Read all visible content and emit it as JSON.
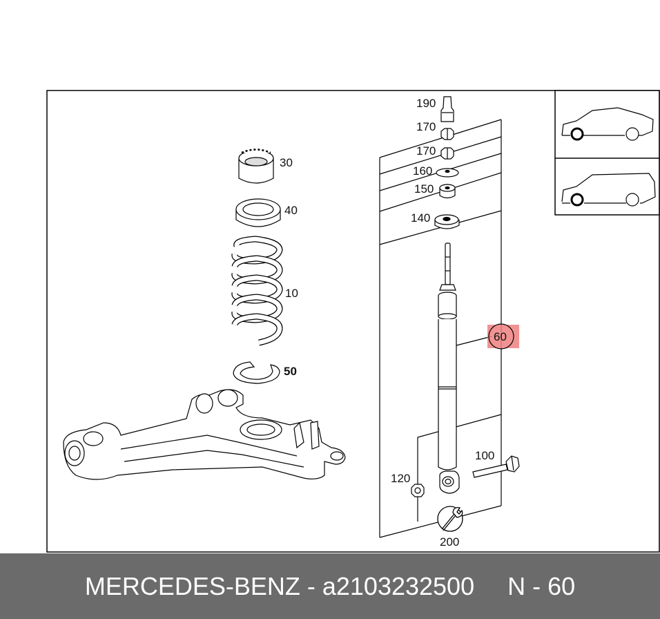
{
  "diagram": {
    "labels": {
      "p190": "190",
      "p170a": "170",
      "p170b": "170",
      "p160": "160",
      "p150": "150",
      "p140": "140",
      "p30": "30",
      "p40": "40",
      "p10": "10",
      "p50": "50",
      "p60": "60",
      "p100": "100",
      "p120": "120",
      "p200": "200"
    },
    "highlight_color": "#f08080",
    "thumbnails": [
      "sedan-icon",
      "estate-icon"
    ]
  },
  "footer": {
    "brand": "MERCEDES-BENZ - a2103232500",
    "position": "N - 60"
  },
  "colors": {
    "footer_bg": "#6b6b6b",
    "footer_text": "#ffffff"
  }
}
